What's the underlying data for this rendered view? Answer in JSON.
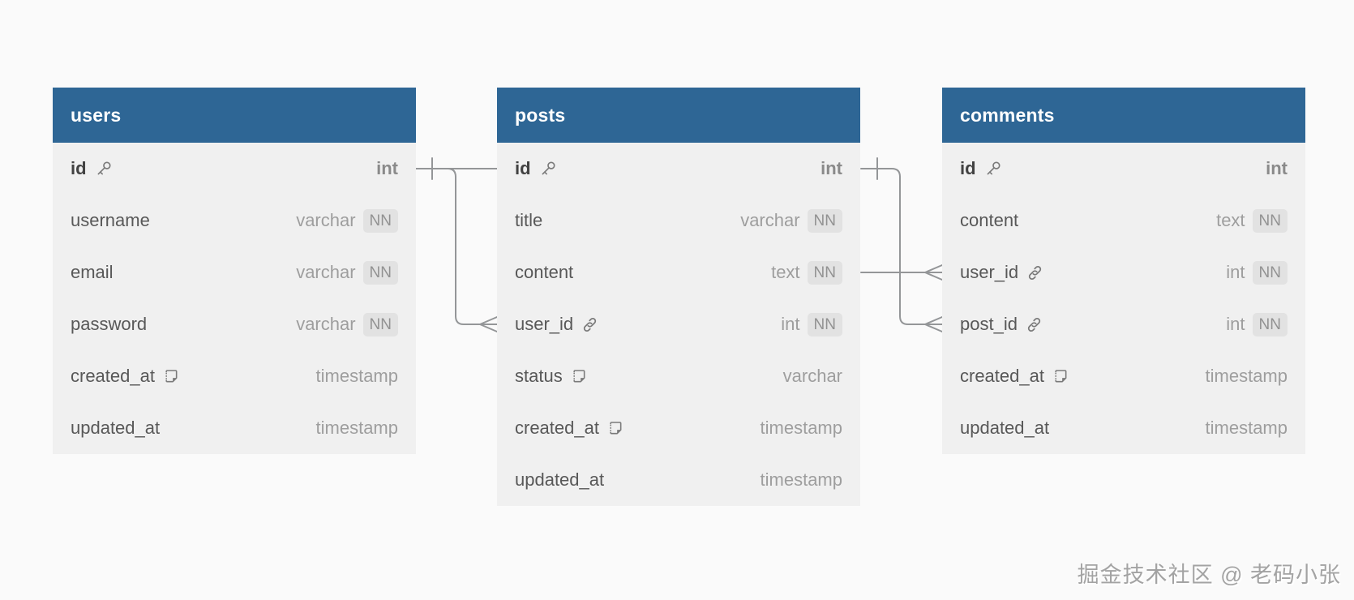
{
  "diagram": {
    "kind": "database-er-diagram",
    "background_color": "#fafafa",
    "header_color": "#2e6695",
    "row_color": "#f0f0f0",
    "line_color": "#949698",
    "nn_badge": "NN",
    "tables": [
      {
        "name": "users",
        "fields": [
          {
            "name": "id",
            "type": "int",
            "pk": true,
            "icon": "key",
            "nn": false
          },
          {
            "name": "username",
            "type": "varchar",
            "pk": false,
            "nn": true
          },
          {
            "name": "email",
            "type": "varchar",
            "pk": false,
            "nn": true
          },
          {
            "name": "password",
            "type": "varchar",
            "pk": false,
            "nn": true
          },
          {
            "name": "created_at",
            "type": "timestamp",
            "pk": false,
            "icon": "note",
            "nn": false
          },
          {
            "name": "updated_at",
            "type": "timestamp",
            "pk": false,
            "nn": false
          }
        ]
      },
      {
        "name": "posts",
        "fields": [
          {
            "name": "id",
            "type": "int",
            "pk": true,
            "icon": "key",
            "nn": false
          },
          {
            "name": "title",
            "type": "varchar",
            "pk": false,
            "nn": true
          },
          {
            "name": "content",
            "type": "text",
            "pk": false,
            "nn": true
          },
          {
            "name": "user_id",
            "type": "int",
            "pk": false,
            "icon": "link",
            "nn": true
          },
          {
            "name": "status",
            "type": "varchar",
            "pk": false,
            "icon": "note",
            "nn": false
          },
          {
            "name": "created_at",
            "type": "timestamp",
            "pk": false,
            "icon": "note",
            "nn": false
          },
          {
            "name": "updated_at",
            "type": "timestamp",
            "pk": false,
            "nn": false
          }
        ]
      },
      {
        "name": "comments",
        "fields": [
          {
            "name": "id",
            "type": "int",
            "pk": true,
            "icon": "key",
            "nn": false
          },
          {
            "name": "content",
            "type": "text",
            "pk": false,
            "nn": true
          },
          {
            "name": "user_id",
            "type": "int",
            "pk": false,
            "icon": "link",
            "nn": true
          },
          {
            "name": "post_id",
            "type": "int",
            "pk": false,
            "icon": "link",
            "nn": true
          },
          {
            "name": "created_at",
            "type": "timestamp",
            "pk": false,
            "icon": "note",
            "nn": false
          },
          {
            "name": "updated_at",
            "type": "timestamp",
            "pk": false,
            "nn": false
          }
        ]
      }
    ],
    "relationships": [
      {
        "from": "users.id",
        "to": "posts.user_id",
        "from_cardinality": "one",
        "to_cardinality": "many"
      },
      {
        "from": "posts.id",
        "to": "comments.post_id",
        "from_cardinality": "one",
        "to_cardinality": "many"
      },
      {
        "from": "users.id",
        "to": "comments.user_id",
        "from_cardinality": "one",
        "to_cardinality": "many"
      }
    ],
    "watermark": "掘金技术社区 @ 老码小张"
  }
}
